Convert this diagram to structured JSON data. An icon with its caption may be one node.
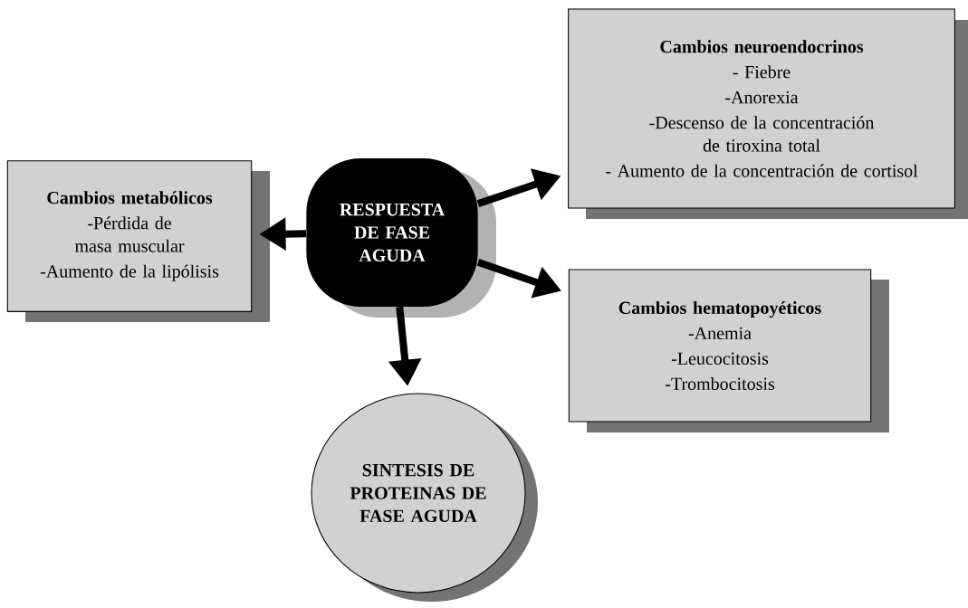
{
  "diagram": {
    "nodes": [
      {
        "text": [
          "RESPUESTA DE FASE AGUDA"
        ]
      },
      {
        "text": [
          "Cambios neuroendocrinos",
          "- Fiebre",
          "-Anorexia",
          "-Descenso de la concentración de tiroxina total",
          "- Aumento de la concentración de cortisol"
        ]
      },
      {
        "text": [
          "Cambios metabólicos",
          "-Pérdida de masa muscular",
          "-Aumento de la lipólisis"
        ]
      },
      {
        "text": [
          "Cambios hematopoyéticos",
          "-Anemia",
          "-Leucocitosis",
          "-Trombocitosis"
        ]
      },
      {
        "text": [
          "SINTESIS DE PROTEINAS DE FASE AGUDA"
        ]
      }
    ],
    "edges": [
      {
        "from": 0,
        "to": 1,
        "arrow": "to"
      },
      {
        "from": 0,
        "to": 2,
        "arrow": "to"
      },
      {
        "from": 0,
        "to": 3,
        "arrow": "to"
      },
      {
        "from": 0,
        "to": 4,
        "arrow": "to"
      }
    ]
  }
}
